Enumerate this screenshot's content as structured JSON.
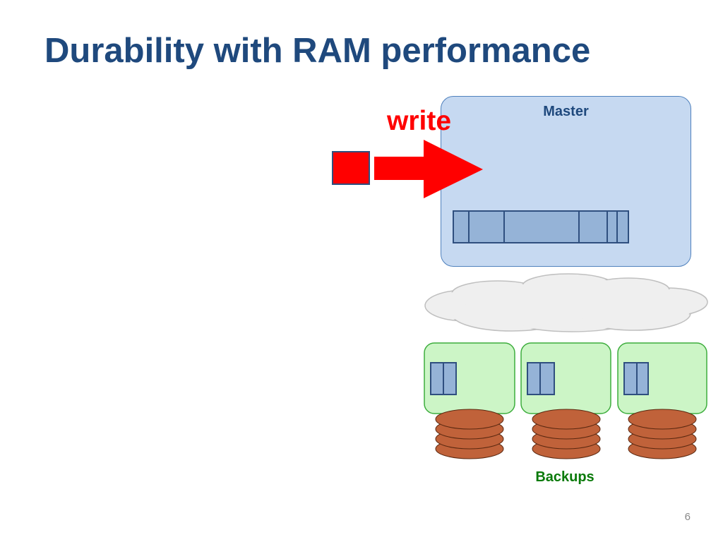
{
  "slide": {
    "title": "Durability with RAM performance",
    "page_number": "6"
  },
  "diagram": {
    "write_label": "write",
    "master_label": "Master",
    "backups_label": "Backups",
    "colors": {
      "title": "#1f497d",
      "write": "#ff0000",
      "master_fill": "#c6d9f1",
      "master_border": "#4f81bd",
      "log_segment": "#95b3d7",
      "log_border": "#2f4f7f",
      "backup_fill": "#ccf5c6",
      "backup_border": "#3dad3d",
      "backups_text": "#0a7a0a",
      "disk": "#c0623a",
      "disk_border": "#5a2810",
      "cloud_fill": "#efefef",
      "cloud_border": "#bfbfbf"
    }
  }
}
